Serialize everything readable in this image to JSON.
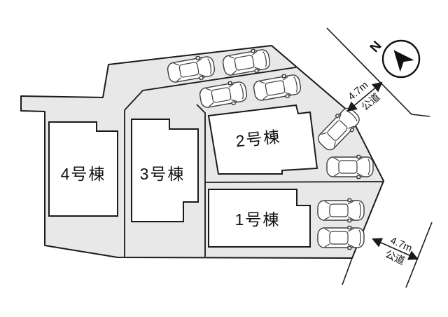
{
  "diagram": {
    "kind": "residential site plan",
    "buildings": [
      {
        "id": 1,
        "label": "1号棟"
      },
      {
        "id": 2,
        "label": "2号棟"
      },
      {
        "id": 3,
        "label": "3号棟"
      },
      {
        "id": 4,
        "label": "4号棟"
      }
    ],
    "roads": [
      {
        "position": "top-right",
        "width_label": "4.7m",
        "type_label": "公道"
      },
      {
        "position": "bottom-right",
        "width_label": "4.7m",
        "type_label": "公道"
      }
    ],
    "compass": {
      "north_label": "N"
    },
    "cars_visible": 8,
    "icons": {
      "car": "car-icon",
      "north": "north-arrow-icon"
    },
    "colors": {
      "parcel_fill": "#e8e8e8",
      "outline": "#1a1a1a",
      "building_fill": "#ffffff",
      "background": "#ffffff"
    }
  }
}
